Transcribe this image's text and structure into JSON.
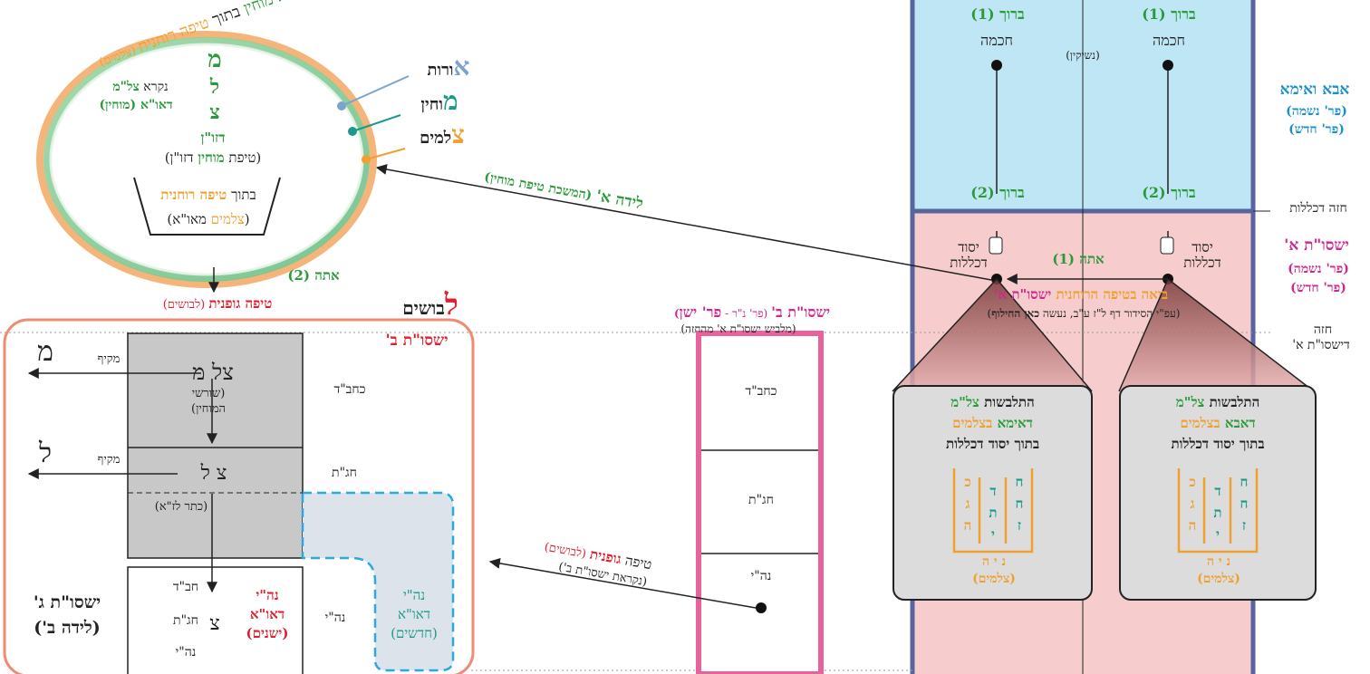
{
  "colors": {
    "upper_partzuf_bg": "#bfe6f4",
    "lower_partzuf_bg": "#f6cccc",
    "frame_blue": "#5864a0",
    "pink_column": "#e8629c",
    "green": "#2a9a3a",
    "orange": "#f0a030",
    "teal": "#1a9a8a",
    "red": "#e0202e",
    "magenta": "#d0288c",
    "gray_box": "#c8c8c8"
  },
  "right_labels": {
    "aba_veima": "אבא ואימא",
    "par_neshama": "(פר' נשמה)",
    "par_chadash": "(פר' חדש)",
    "chaze_haklalut": "חזה דכללות",
    "yishsut_a": "ישסו\"ת א'",
    "par_neshama2": "(פר' נשמה)",
    "par_chadash2": "(פר' חדש)",
    "chaze": "חזה",
    "deyishsut_a": "דישסו\"ת א'"
  },
  "upper": {
    "baruch1_right": "ברוך (1)",
    "baruch1_left": "ברוך (1)",
    "chochma_right": "חכמה",
    "chochma_left": "חכמה",
    "neshikin": "(נשיקין)",
    "baruch2_right": "ברוך (2)",
    "baruch2_left": "ברוך (2)"
  },
  "lower": {
    "yesod_right": "יסוד דכללות",
    "yesod_left": "יסוד דכללות",
    "ata1": "אתה (1)",
    "bia_prefix": "ביאה בטיפה הרוחנית",
    "bia_name": "ישסו\"ת א'",
    "siddur_note_a": "(עפ\"י הסידור דף ל\"ז ע\"ב, נעשה ",
    "siddur_note_b": "כאן החילוף",
    "siddur_note_c": ")",
    "box_right": {
      "l1a": "התלבשות ",
      "l1b": "צל\"מ",
      "l2a": "דאבא ",
      "l2b": "בצלמים",
      "l3": "בתוך יסוד דכללות"
    },
    "box_left": {
      "l1a": "התלבשות ",
      "l1b": "צל\"מ",
      "l2a": "דאימא ",
      "l2b": "בצלמים",
      "l3": "בתוך יסוד דכללות"
    },
    "col_ch": [
      "ח",
      "ח",
      "ז"
    ],
    "col_d": [
      "ד",
      "ת",
      "י"
    ],
    "col_k": [
      "כ",
      "ג",
      "ה"
    ],
    "nyh": "נ י ה",
    "tzlamim_paren": "(צלמים)"
  },
  "middle": {
    "title_a": "ישסו\"ת ב'",
    "title_b": " (פר' נ\"ר - ",
    "title_c": "פר' ישן",
    "title_d": ")",
    "subtitle": "(מלביש ישסו\"ת א' מהחזה)",
    "kachbad": "כחב\"ד",
    "chagat": "חג\"ת",
    "nehi": "נה\"י",
    "tipa_a": "טיפה ",
    "tipa_b": "גופנית",
    "tipa_c": " (לבושים)",
    "nikret": "(נקראת ישסו\"ת ב')"
  },
  "top_left": {
    "header_a": "טיפת מוחין",
    "header_b": " בתוך ",
    "header_c": "טיפה רוחנית",
    "header_d": " (צלמים)",
    "orot_big": "א",
    "orot_rest": "ורות",
    "mochin_big": "מ",
    "mochin_rest": "וחין",
    "tzlamim_big": "צ",
    "tzlamim_rest": "למים",
    "mem": "מ",
    "lamed": "ל",
    "tzadi": "צ",
    "nikra_a": "נקרא ",
    "nikra_b": "צל\"מ",
    "dao_mochin": "דאו\"א (מוחין)",
    "dzon": "דזו\"ן",
    "tipat_mochin_dzon_a": "(טיפת ",
    "tipat_mochin_dzon_b": "מוחין",
    "tipat_mochin_dzon_c": " דזו\"ן)",
    "betoch_a": "בתוך ",
    "betoch_b": "טיפה רוחנית",
    "tzlamim_mao_a": "(",
    "tzlamim_mao_b": "צלמים",
    "tzlamim_mao_c": " מאו\"א)",
    "leida_a": "לידה א'",
    "leida_b": " (המשכת טיפת מוחין)",
    "ata2": "אתה (2)",
    "tipa_gufanit_a": "טיפה גופנית",
    "tipa_gufanit_b": " (לבושים)",
    "levushim_big": "ל",
    "levushim_rest": "בושים"
  },
  "bottom_left": {
    "yishsut_b": "ישסו\"ת ב'",
    "mem_big": "מ",
    "lamed_big": "ל",
    "makif1": "מקיף",
    "makif2": "מקיף",
    "tzal_mem": "צל מ",
    "shorshei": "(שורשי",
    "hamochin": "המוחין)",
    "kachbad": "כחב\"ד",
    "tza_l": "צ ל",
    "chagat": "חג\"ת",
    "keter_za": "(כתר לז\"א)",
    "chabad": "חב\"ד",
    "chagat2": "חג\"ת",
    "nehi_small": "נה\"י",
    "tzadi": "צ",
    "nehi_dao_red": "נה\"י",
    "dao_red": "דאו\"א",
    "yeshanim": "(ישנים)",
    "nehi_right": "נה\"י",
    "nehi_dao_blue": "נה\"י",
    "dao_blue": "דאו\"א",
    "chadashim": "(חדשים)",
    "yishsut_g": "ישסו\"ת ג'",
    "leida_b": "(לידה ב')"
  }
}
